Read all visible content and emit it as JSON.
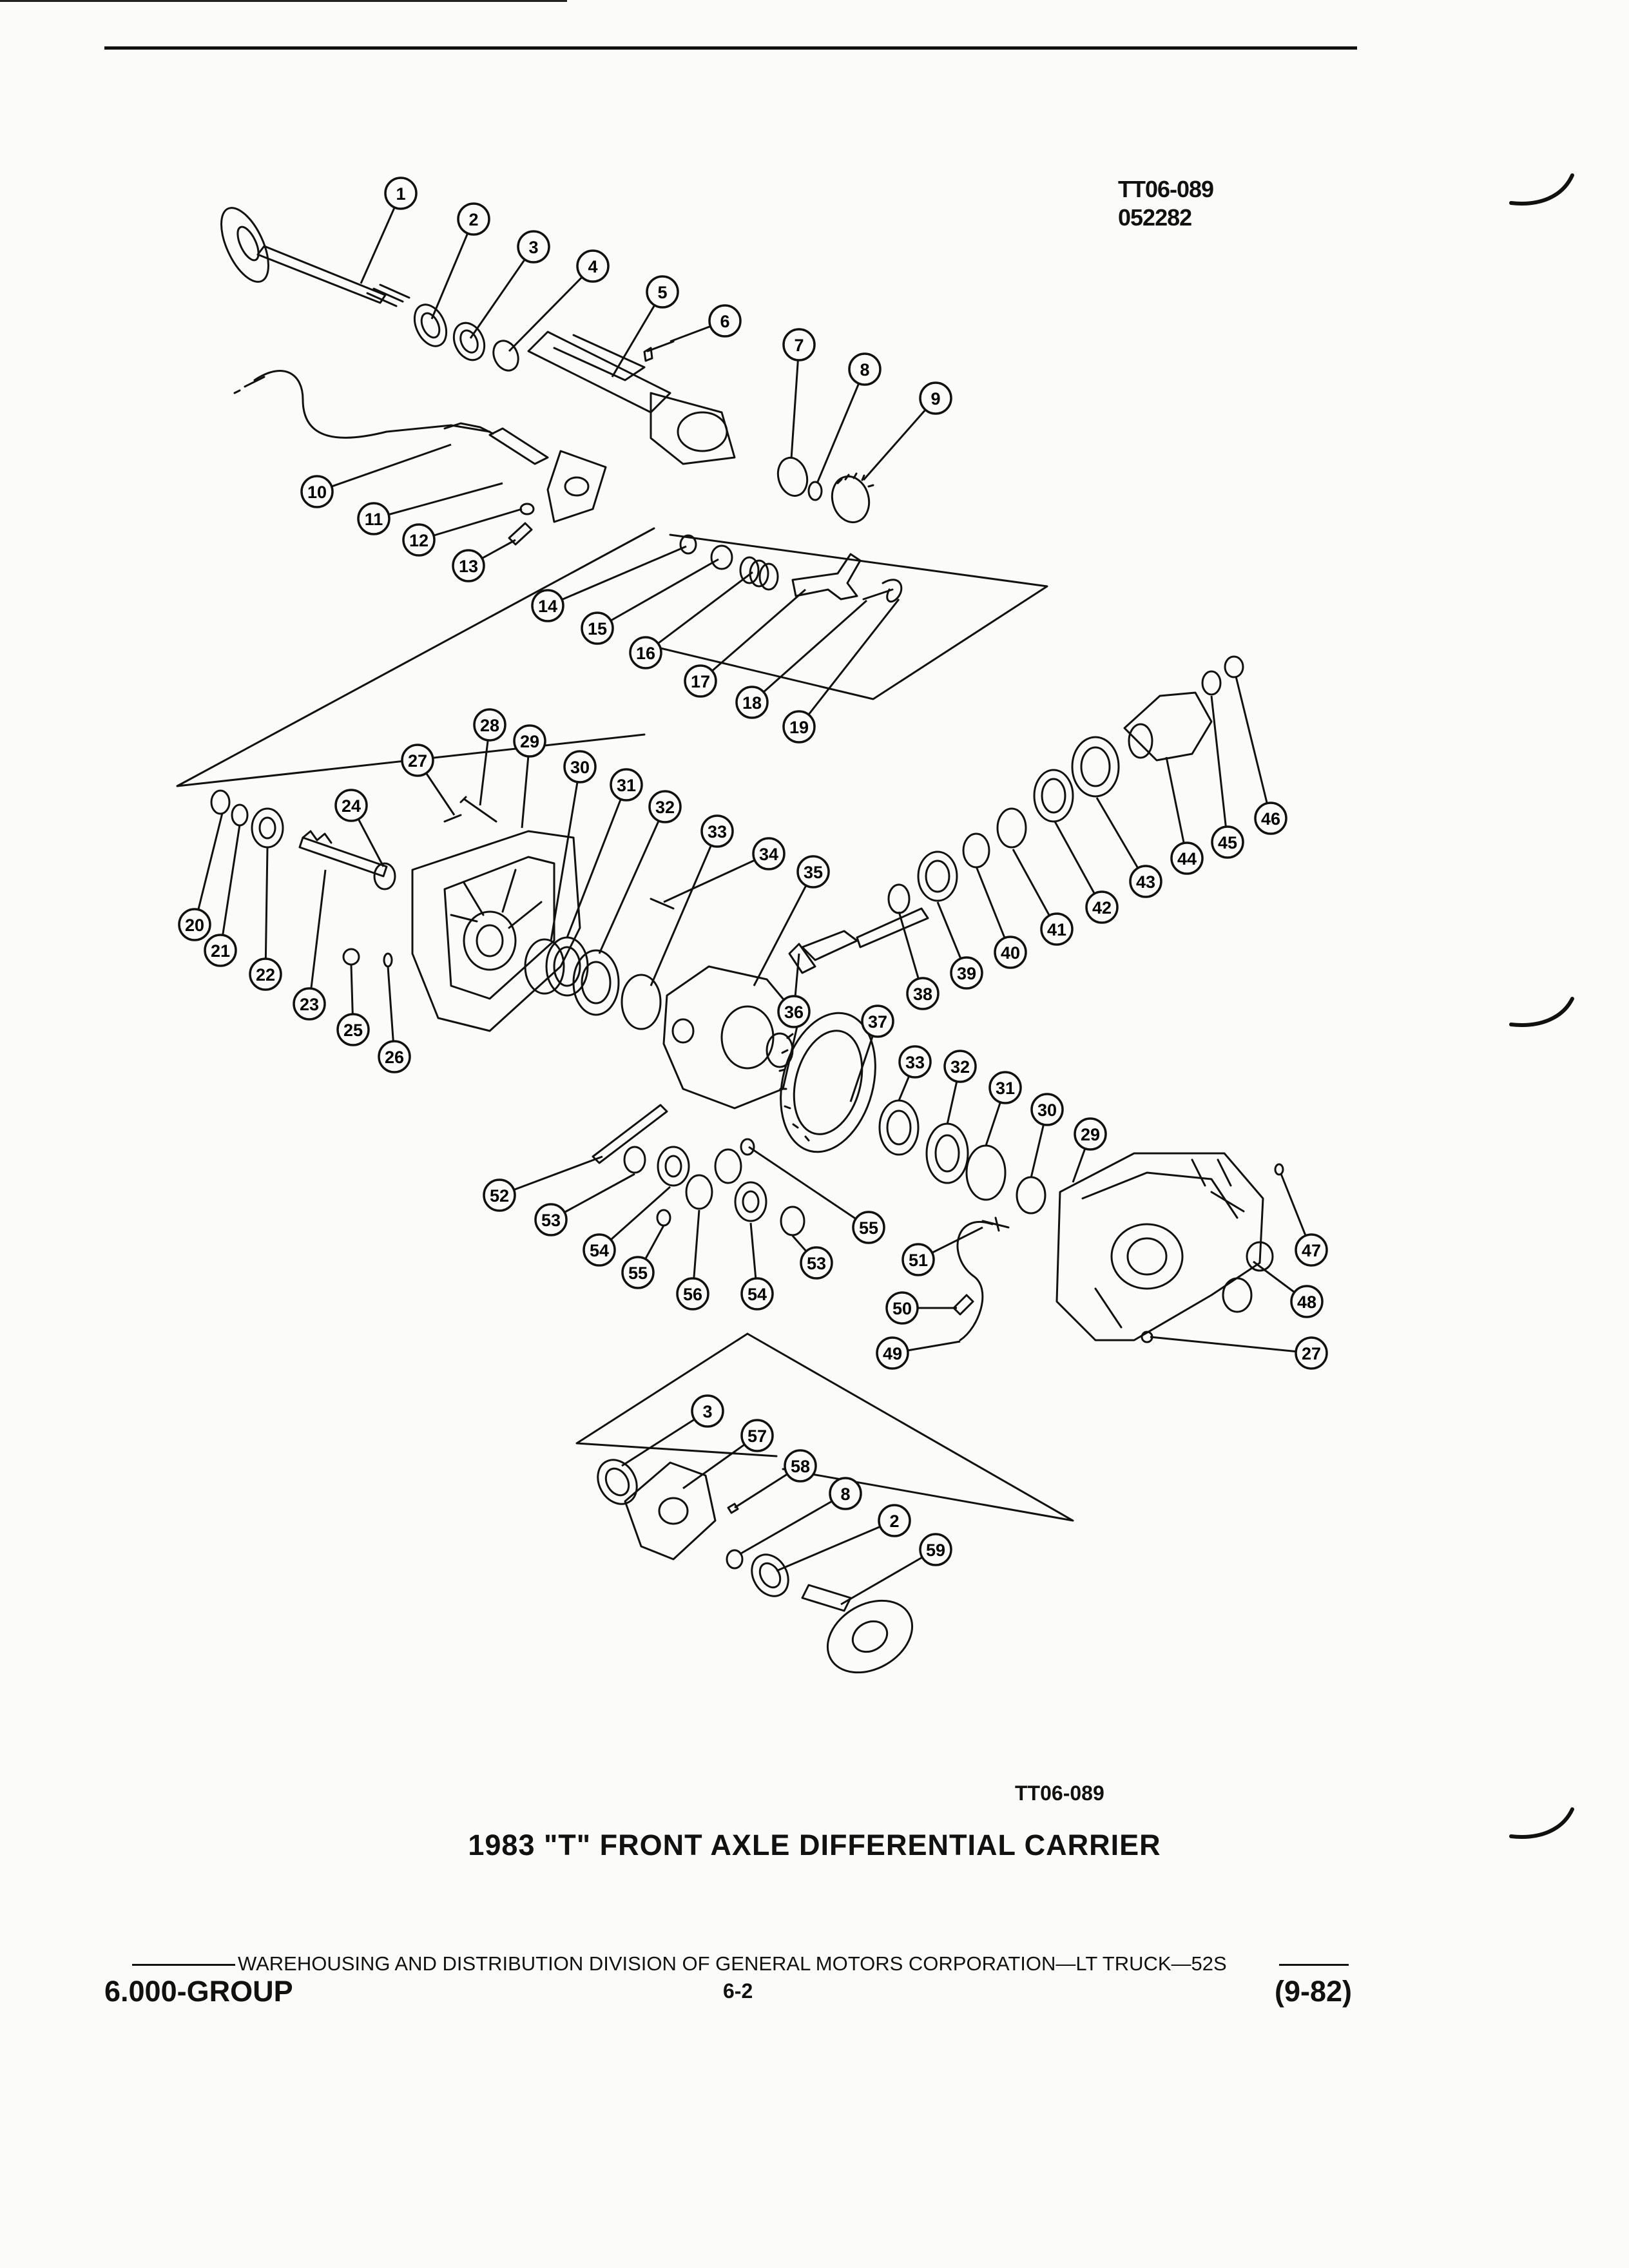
{
  "header": {
    "ref_code": "TT06-089",
    "ref_date": "052282"
  },
  "diagram": {
    "callouts": [
      "1",
      "2",
      "3",
      "4",
      "5",
      "6",
      "7",
      "8",
      "9",
      "10",
      "11",
      "12",
      "13",
      "14",
      "15",
      "16",
      "17",
      "18",
      "19",
      "20",
      "21",
      "22",
      "23",
      "24",
      "25",
      "26",
      "27",
      "28",
      "29",
      "30",
      "31",
      "32",
      "33",
      "34",
      "35",
      "36",
      "37",
      "38",
      "39",
      "40",
      "41",
      "42",
      "43",
      "44",
      "45",
      "46",
      "47",
      "48",
      "49",
      "50",
      "51",
      "52",
      "53",
      "54",
      "55",
      "56",
      "57",
      "58",
      "59"
    ]
  },
  "figure": {
    "code": "TT06-089",
    "caption": "1983 \"T\" FRONT AXLE DIFFERENTIAL CARRIER"
  },
  "footer": {
    "publisher": "WAREHOUSING AND DISTRIBUTION  DIVISION OF GENERAL MOTORS CORPORATION—LT TRUCK—52S",
    "group": "6.000-GROUP",
    "page": "6-2",
    "date": "(9-82)"
  }
}
